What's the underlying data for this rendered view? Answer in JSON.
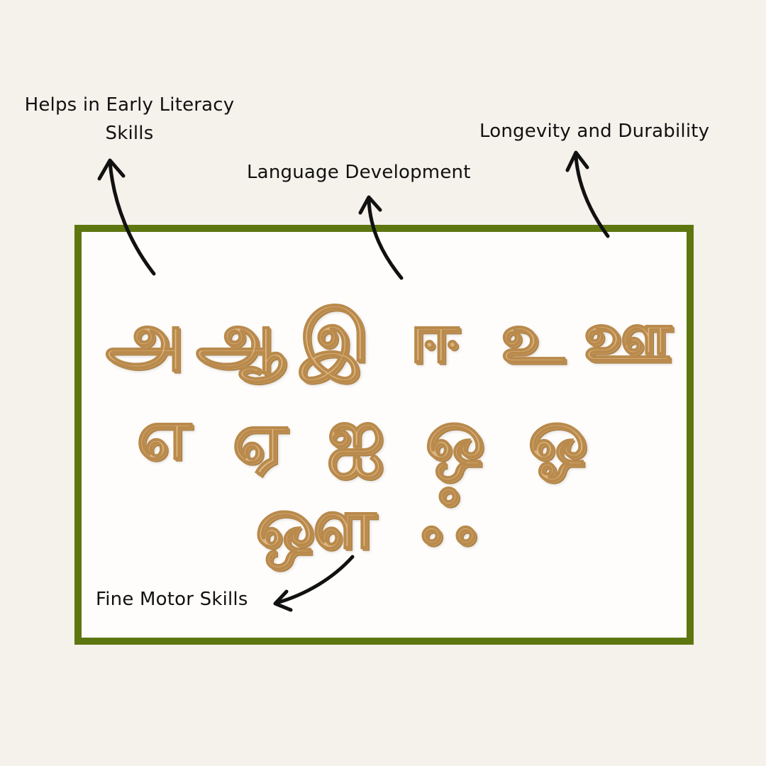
{
  "labels": {
    "early_literacy": "Helps in Early Literacy\nSkills",
    "language": "Language Development",
    "longevity": "Longevity and Durability",
    "fine_motor": "Fine Motor Skills"
  },
  "letters": {
    "row1": [
      "அ",
      "ஆ",
      "இ",
      "ஈ",
      "உ",
      "ஊ"
    ],
    "row2": [
      "எ",
      "ஏ",
      "ஐ",
      "ஒ",
      "ஓ"
    ],
    "row3": [
      "ஔ",
      "ஃ"
    ]
  },
  "colors": {
    "background": "#f5f1eb",
    "frame_border": "#5e7610",
    "frame_fill": "#fefdfb",
    "wood": "#dcb57f",
    "text": "#111111"
  },
  "icons": {
    "arrow": "curved-arrow-icon"
  }
}
